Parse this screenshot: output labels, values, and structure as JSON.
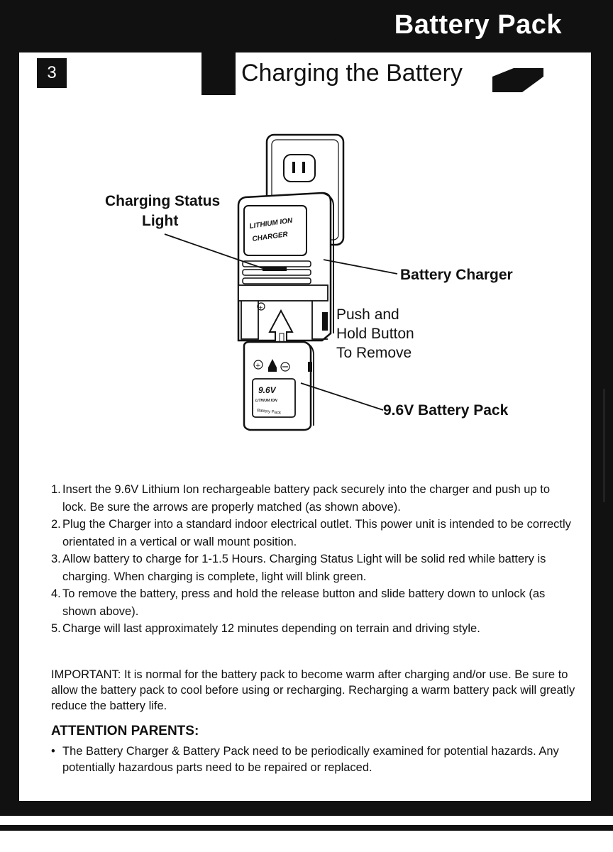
{
  "header": {
    "title": "Battery Pack",
    "section_number": "3",
    "subtitle": "Charging the Battery"
  },
  "diagram": {
    "labels": {
      "charging_status": "Charging Status",
      "light": "Light",
      "battery_charger": "Battery Charger",
      "push_line1": "Push and",
      "push_line2": "Hold Button",
      "push_line3": "To Remove",
      "battery_pack": "9.6V Battery Pack"
    },
    "charger_text_line1": "LITHIUM ION",
    "charger_text_line2": "CHARGER",
    "battery_text_voltage": "9.6V",
    "battery_text_type": "LITHIUM ION",
    "battery_text_name": "Battery Pack"
  },
  "instructions": [
    {
      "num": "1.",
      "text": "Insert the 9.6V Lithium Ion rechargeable battery pack securely into the charger and push up to lock. Be sure the arrows are properly matched (as shown above)."
    },
    {
      "num": "2.",
      "text": "Plug the Charger into a standard indoor electrical outlet. This power unit is intended to be correctly orientated in a vertical or wall mount position."
    },
    {
      "num": "3.",
      "text": "Allow battery to charge for 1-1.5 Hours. Charging Status Light will be solid red while battery is charging. When charging is complete, light will blink green."
    },
    {
      "num": "4.",
      "text": "To remove the battery, press and hold the release button and slide battery down to unlock (as shown above)."
    },
    {
      "num": "5.",
      "text": "Charge will last approximately 12 minutes depending on terrain and driving style."
    }
  ],
  "important": "IMPORTANT: It is normal for the battery pack to become warm after charging and/or use. Be sure to allow the battery pack to cool before using or recharging. Recharging a warm battery pack will greatly reduce the battery life.",
  "attention": {
    "heading": "ATTENTION PARENTS:",
    "bullet": "•",
    "text": "The Battery Charger & Battery Pack need to be periodically examined for potential hazards. Any potentially hazardous parts need to be repaired or replaced."
  }
}
